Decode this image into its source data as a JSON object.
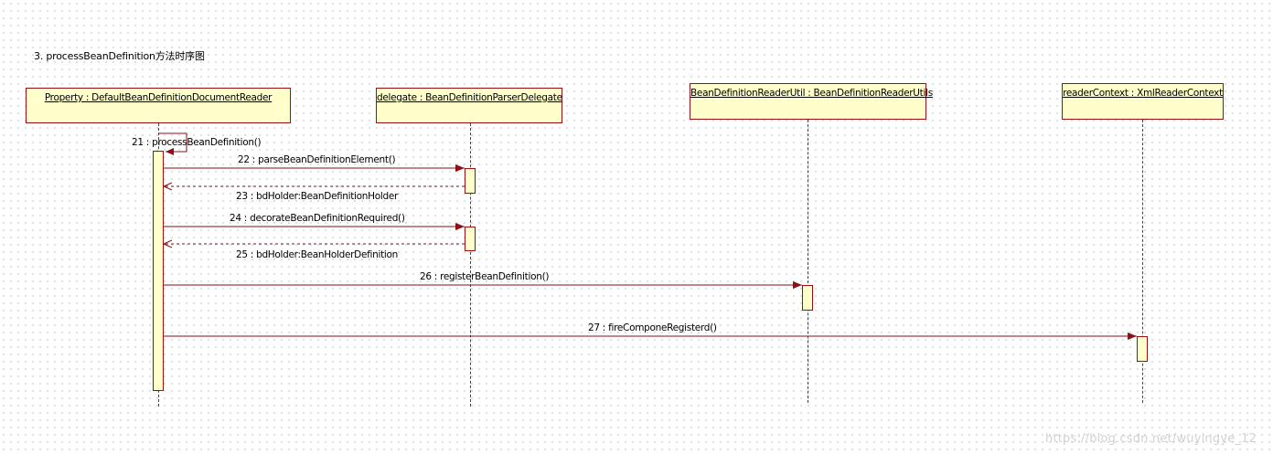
{
  "title": "3. processBeanDefinition方法时序图",
  "lifelines": [
    {
      "id": "property",
      "label": "Property : DefaultBeanDefinitionDocumentReader"
    },
    {
      "id": "delegate",
      "label": "delegate : BeanDefinitionParserDelegate"
    },
    {
      "id": "util",
      "label": "BeanDefinitionReaderUtil : BeanDefinitionReaderUtils"
    },
    {
      "id": "context",
      "label": "readerContext : XmlReaderContext"
    }
  ],
  "messages": [
    {
      "label": "21 : processBeanDefinition()",
      "kind": "self-call"
    },
    {
      "label": "22 : parseBeanDefinitionElement()",
      "kind": "call"
    },
    {
      "label": "23 : bdHolder:BeanDefinitionHolder",
      "kind": "return"
    },
    {
      "label": "24 : decorateBeanDefinitionRequired()",
      "kind": "call"
    },
    {
      "label": "25 : bdHolder:BeanHolderDefinition",
      "kind": "return"
    },
    {
      "label": "26 : registerBeanDefinition()",
      "kind": "call"
    },
    {
      "label": "27 : fireComponeRegisterd()",
      "kind": "call"
    }
  ],
  "colors": {
    "arrow": "#8b0f14",
    "box_fill": "#ffffcc",
    "box_border": "#9c0e16"
  },
  "watermark": "https://blog.csdn.net/wuyingye_12"
}
